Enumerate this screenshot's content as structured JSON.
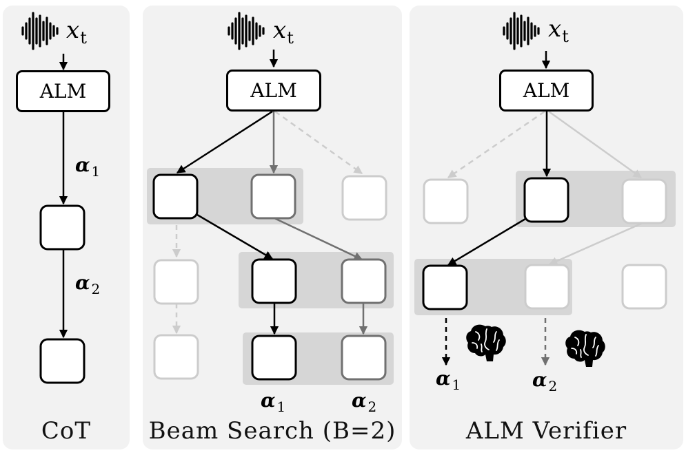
{
  "panels": {
    "cot": {
      "caption": "CoT",
      "input_symbol": "x",
      "input_subscript": "t",
      "model_label": "ALM",
      "step_labels": [
        {
          "symbol": "α",
          "subscript": "1"
        },
        {
          "symbol": "α",
          "subscript": "2"
        }
      ]
    },
    "beam": {
      "caption": "Beam Search (B=2)",
      "input_symbol": "x",
      "input_subscript": "t",
      "model_label": "ALM",
      "output_labels": [
        {
          "symbol": "α",
          "subscript": "1"
        },
        {
          "symbol": "α",
          "subscript": "2"
        }
      ]
    },
    "verifier": {
      "caption": "ALM Verifier",
      "input_symbol": "x",
      "input_subscript": "t",
      "model_label": "ALM",
      "output_labels": [
        {
          "symbol": "α",
          "subscript": "1"
        },
        {
          "symbol": "α",
          "subscript": "2"
        }
      ]
    }
  },
  "icons": {
    "input": "audio-waveform-icon",
    "verifier": "brain-icon"
  },
  "colors": {
    "panel_bg": "#f2f2f2",
    "beam_highlight": "#d6d6d6",
    "active": "#000000",
    "secondary": "#707070",
    "faded": "#cccccc"
  }
}
